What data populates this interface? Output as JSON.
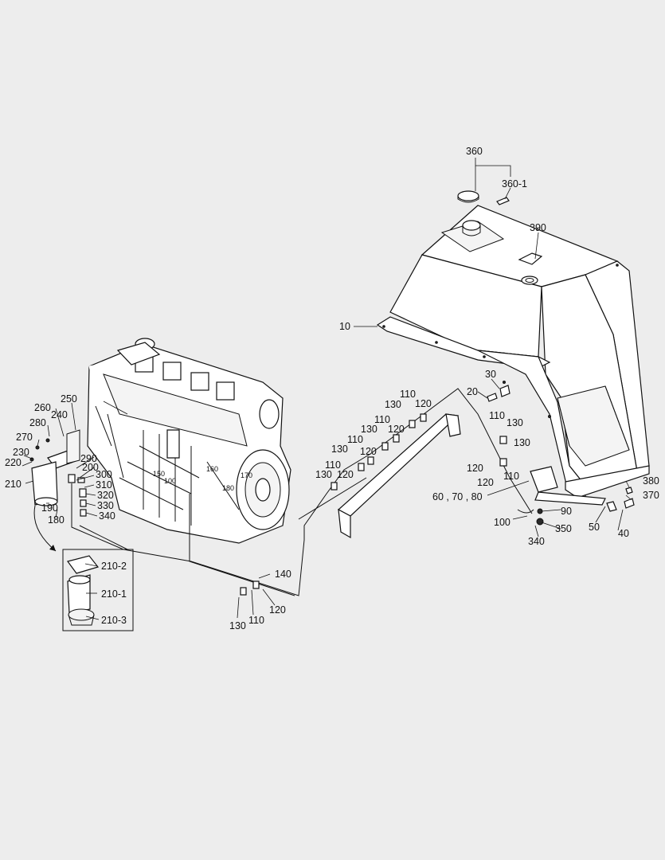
{
  "callouts": {
    "c10": "10",
    "c20": "20",
    "c30": "30",
    "c40": "40",
    "c50": "50",
    "c60_70_80": "60 , 70 , 80",
    "c90": "90",
    "c100_bracket": "100",
    "c100_engine": "100",
    "c110_a": "110",
    "c110_b": "110",
    "c110_c": "110",
    "c110_d": "110",
    "c110_e": "110",
    "c110_f": "110",
    "c110_g": "110",
    "c120_a": "120",
    "c120_b": "120",
    "c120_c": "120",
    "c120_d": "120",
    "c120_e": "120",
    "c120_f": "120",
    "c120_g": "120",
    "c130_a": "130",
    "c130_b": "130",
    "c130_c": "130",
    "c130_d": "130",
    "c130_e": "130",
    "c130_f": "130",
    "c130_g": "130",
    "c140": "140",
    "c150": "150",
    "c160": "160",
    "c170": "170",
    "c180_engine": "180",
    "c180_filter": "180",
    "c190": "190",
    "c200": "200",
    "c210": "210",
    "c210_1": "210-1",
    "c210_2": "210-2",
    "c210_3": "210-3",
    "c220": "220",
    "c230": "230",
    "c240": "240",
    "c250": "250",
    "c260": "260",
    "c270": "270",
    "c280": "280",
    "c290": "290",
    "c300": "300",
    "c310": "310",
    "c320": "320",
    "c330": "330",
    "c340_filter": "340",
    "c340_bracket": "340",
    "c350": "350",
    "c360": "360",
    "c360_1": "360-1",
    "c370": "370",
    "c380": "380",
    "c390": "390"
  }
}
